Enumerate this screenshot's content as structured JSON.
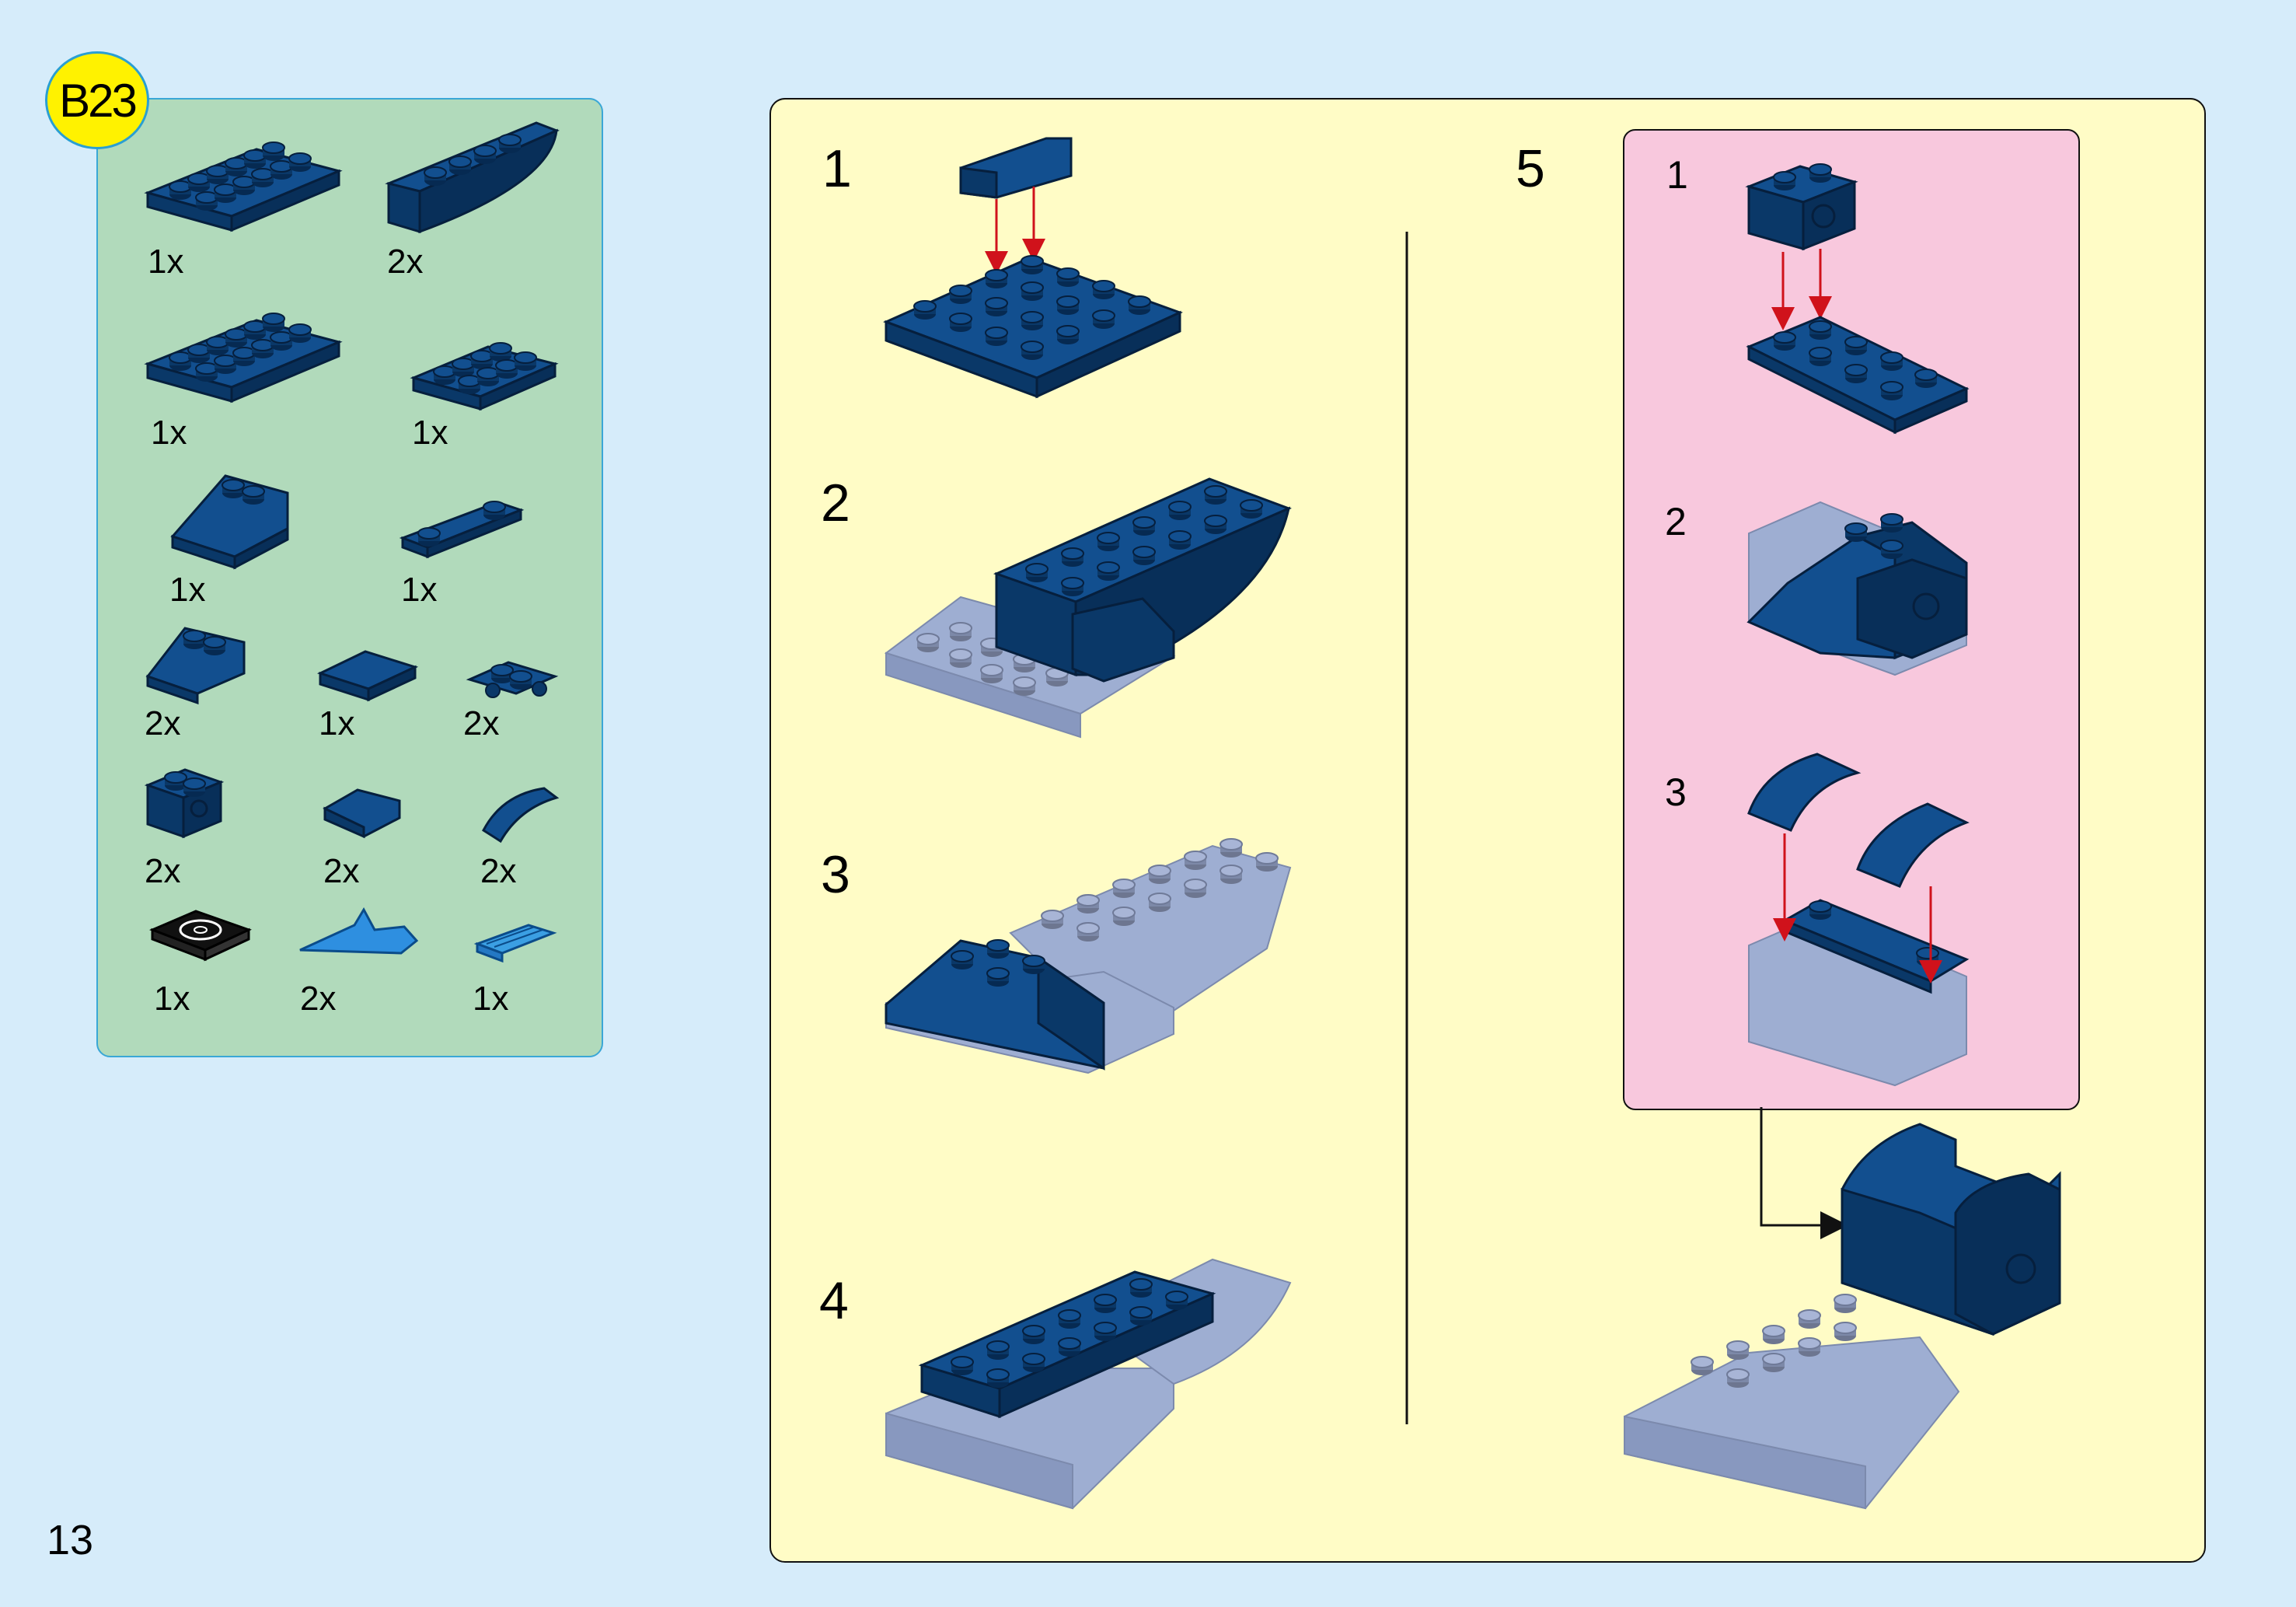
{
  "badge": {
    "label": "B23"
  },
  "page": {
    "number": "13"
  },
  "parts": [
    {
      "icon": "plate-2x6-icon",
      "qty": "1x"
    },
    {
      "icon": "slope-wedge-icon",
      "qty": "2x"
    },
    {
      "icon": "plate-2x6-icon",
      "qty": "1x"
    },
    {
      "icon": "plate-2x4-icon",
      "qty": "1x"
    },
    {
      "icon": "slope-2x2-icon",
      "qty": "1x"
    },
    {
      "icon": "plate-1x4-icon",
      "qty": "1x"
    },
    {
      "icon": "slope-2x2-icon",
      "qty": "2x"
    },
    {
      "icon": "tile-2x2-icon",
      "qty": "1x"
    },
    {
      "icon": "plate-with-clips-icon",
      "qty": "2x"
    },
    {
      "icon": "technic-brick-icon",
      "qty": "2x"
    },
    {
      "icon": "small-slope-icon",
      "qty": "2x"
    },
    {
      "icon": "curved-slope-icon",
      "qty": "2x"
    },
    {
      "icon": "turntable-plate-icon",
      "qty": "1x"
    },
    {
      "icon": "wing-fin-icon",
      "qty": "2x"
    },
    {
      "icon": "grille-tile-icon",
      "qty": "1x"
    }
  ],
  "steps": [
    {
      "number": "1"
    },
    {
      "number": "2"
    },
    {
      "number": "3"
    },
    {
      "number": "4"
    },
    {
      "number": "5"
    }
  ],
  "substeps": [
    {
      "number": "1"
    },
    {
      "number": "2"
    },
    {
      "number": "3"
    }
  ],
  "colors": {
    "background": "#d6ecfa",
    "parts_panel": "#b1dabb",
    "steps_panel": "#fffcc6",
    "sub_panel": "#f8c8dd",
    "badge": "#fff200",
    "brick_dark_blue": "#0c4a86",
    "brick_ghost": "#9eaed2",
    "arrow_red": "#d0121b"
  }
}
